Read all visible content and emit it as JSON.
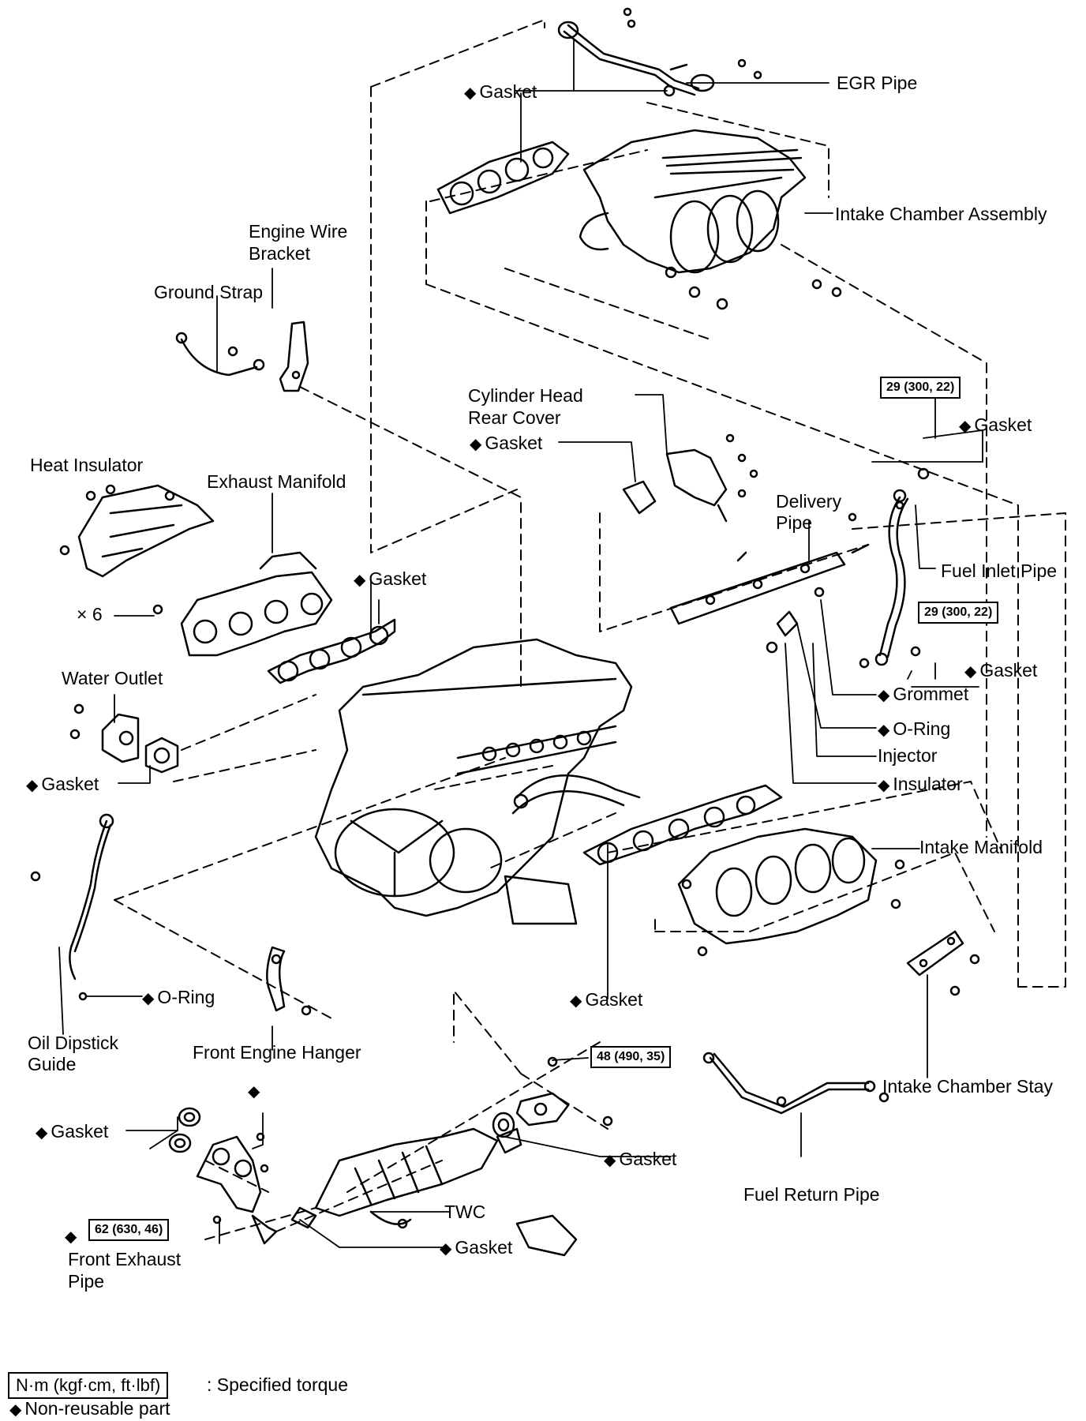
{
  "labels": {
    "egr_pipe": "EGR Pipe",
    "gasket_top": "Gasket",
    "intake_chamber_assembly": "Intake Chamber Assembly",
    "engine_wire_bracket_l1": "Engine Wire",
    "engine_wire_bracket_l2": "Bracket",
    "ground_strap": "Ground Strap",
    "cyl_head_rear_cover_l1": "Cylinder Head",
    "cyl_head_rear_cover_l2": "Rear Cover",
    "gasket_rear_cover": "Gasket",
    "gasket_fuel_inlet_top": "Gasket",
    "heat_insulator": "Heat Insulator",
    "exhaust_manifold": "Exhaust Manifold",
    "delivery_pipe_l1": "Delivery",
    "delivery_pipe_l2": "Pipe",
    "gasket_exhaust_manifold": "Gasket",
    "x6": "× 6",
    "fuel_inlet_pipe": "Fuel Inlet Pipe",
    "gasket_fuel_inlet_bottom": "Gasket",
    "water_outlet": "Water Outlet",
    "grommet": "Grommet",
    "o_ring_injector": "O-Ring",
    "injector": "Injector",
    "gasket_water_outlet": "Gasket",
    "insulator": "Insulator",
    "intake_manifold": "Intake Manifold",
    "o_ring_dipstick": "O-Ring",
    "gasket_intake_manifold": "Gasket",
    "oil_dipstick_guide_l1": "Oil Dipstick",
    "oil_dipstick_guide_l2": "Guide",
    "front_engine_hanger": "Front Engine Hanger",
    "intake_chamber_stay": "Intake Chamber Stay",
    "gasket_front_exhaust": "Gasket",
    "gasket_twc_outlet": "Gasket",
    "twc": "TWC",
    "fuel_return_pipe": "Fuel Return Pipe",
    "gasket_twc_lower": "Gasket",
    "front_exhaust_pipe_l1": "Front Exhaust",
    "front_exhaust_pipe_l2": "Pipe"
  },
  "torques": {
    "fuel_inlet_top": "29 (300, 22)",
    "fuel_inlet_bottom": "29 (300, 22)",
    "twc_outlet": "48 (490, 35)",
    "front_exhaust": "62 (630, 46)"
  },
  "legend": {
    "torque_box": "N·m (kgf·cm, ft·lbf)",
    "torque_desc": ": Specified torque",
    "nonreusable": "Non-reusable part"
  },
  "symbols": {
    "nonreusable": "◆"
  }
}
